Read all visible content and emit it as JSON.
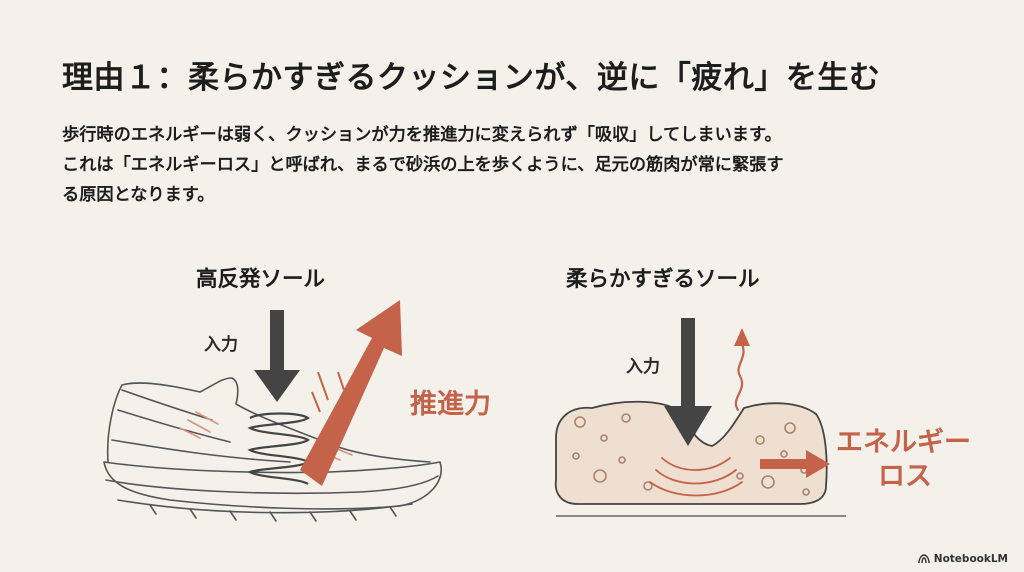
{
  "slide": {
    "title": "理由１：柔らかすぎるクッションが、逆に「疲れ」を生む",
    "body_lines": [
      "歩行時のエネルギーは弱く、クッションが力を推進力に変えられず「吸収」してしまいます。",
      "これは「エネルギーロス」と呼ばれ、まるで砂浜の上を歩くように、足元の筋肉が常に緊張す",
      "る原因となります。"
    ]
  },
  "left_panel": {
    "heading": "高反発ソール",
    "input_label": "入力",
    "output_label": "推進力"
  },
  "right_panel": {
    "heading": "柔らかすぎるソール",
    "input_label": "入力",
    "output_label_line1": "エネルギー",
    "output_label_line2": "ロス"
  },
  "brand": {
    "name": "NotebookLM",
    "icon": "notebooklm-logo-icon"
  },
  "colors": {
    "accent": "#c4624a",
    "dark_arrow": "#444444",
    "background": "#f4f1ea",
    "sponge": "#eedfd0"
  }
}
